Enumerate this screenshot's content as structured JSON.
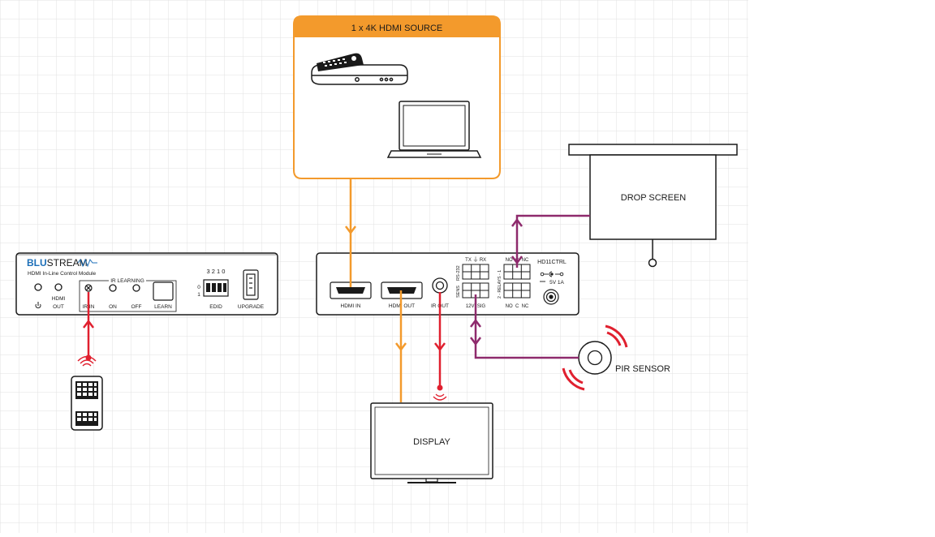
{
  "colors": {
    "orange": "#f39a2c",
    "red": "#e0202f",
    "purple": "#8e2a6c",
    "line": "#1a1a1a",
    "grid": "#e2e2e2",
    "blue": "#1d6fb8"
  },
  "source_box": {
    "title": "1 x 4K HDMI SOURCE"
  },
  "devices": {
    "blustream_brand": {
      "blu": "BLU",
      "stream": "STREAM"
    },
    "inline_module": {
      "subtitle": "HDMI In-Line Control Module",
      "hdmi_out": [
        "HDMI",
        "OUT"
      ],
      "ir_learning": "IR LEARNING",
      "ir_in": "IR IN",
      "on": "ON",
      "off": "OFF",
      "learn": "LEARN",
      "edid": "EDID",
      "edid_bits": "3 2 1 0",
      "edid_zero": "0",
      "edid_one": "1",
      "upgrade": "UPGRADE"
    },
    "controller": {
      "hdmi_in": "HDMI IN",
      "hdmi_out": "HDMI OUT",
      "ir_out": "IR OUT",
      "tx": "TX",
      "rx": "RX",
      "rs232": "RS-232",
      "sens": "SENS",
      "sig_row": "12V  SIG",
      "no_c_nc_top": "NO  C  NC",
      "relays": "2 - RELAYS - 1",
      "no_c_nc_bottom": "NO  C  NC",
      "model": "HD11CTRL",
      "power": "5V 1A"
    }
  },
  "labels": {
    "drop_screen": "DROP SCREEN",
    "display": "DISPLAY",
    "pir_sensor": "PIR SENSOR"
  }
}
